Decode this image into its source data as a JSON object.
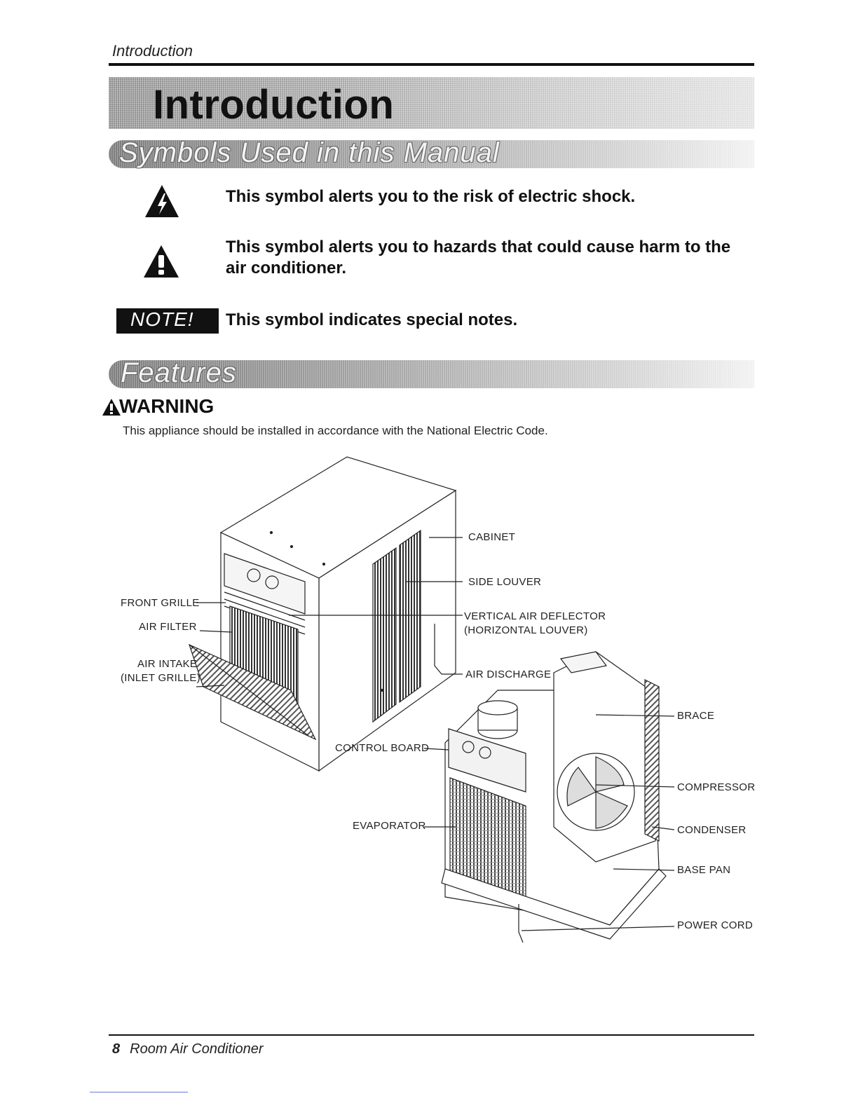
{
  "header": {
    "section": "Introduction"
  },
  "intro_title": "Introduction",
  "symbols": {
    "heading": "Symbols Used in this Manual",
    "items": [
      {
        "icon": "electric-shock-warning-icon",
        "text": "This symbol alerts you to the risk of electric shock."
      },
      {
        "icon": "caution-exclamation-icon",
        "text": "This symbol alerts you to hazards that could cause harm to the air conditioner."
      },
      {
        "icon": "note-badge",
        "text": "This symbol indicates special notes."
      }
    ],
    "note_label": "NOTE!"
  },
  "features": {
    "heading": "Features",
    "warning_title": "WARNING",
    "warning_text": "This appliance should be installed in accordance with the National Electric Code."
  },
  "diagram_labels": {
    "cabinet": "CABINET",
    "side_louver": "SIDE LOUVER",
    "front_grille": "FRONT GRILLE",
    "air_filter": "AIR FILTER",
    "vertical_deflector": "VERTICAL AIR DEFLECTOR",
    "horizontal_louver": "(HORIZONTAL LOUVER)",
    "air_intake": "AIR INTAKE",
    "inlet_grille": "(INLET GRILLE)",
    "air_discharge": "AIR DISCHARGE",
    "brace": "BRACE",
    "control_board": "CONTROL BOARD",
    "compressor": "COMPRESSOR",
    "evaporator": "EVAPORATOR",
    "condenser": "CONDENSER",
    "base_pan": "BASE PAN",
    "power_cord": "POWER CORD"
  },
  "footer": {
    "page_number": "8",
    "title": "Room Air Conditioner"
  }
}
